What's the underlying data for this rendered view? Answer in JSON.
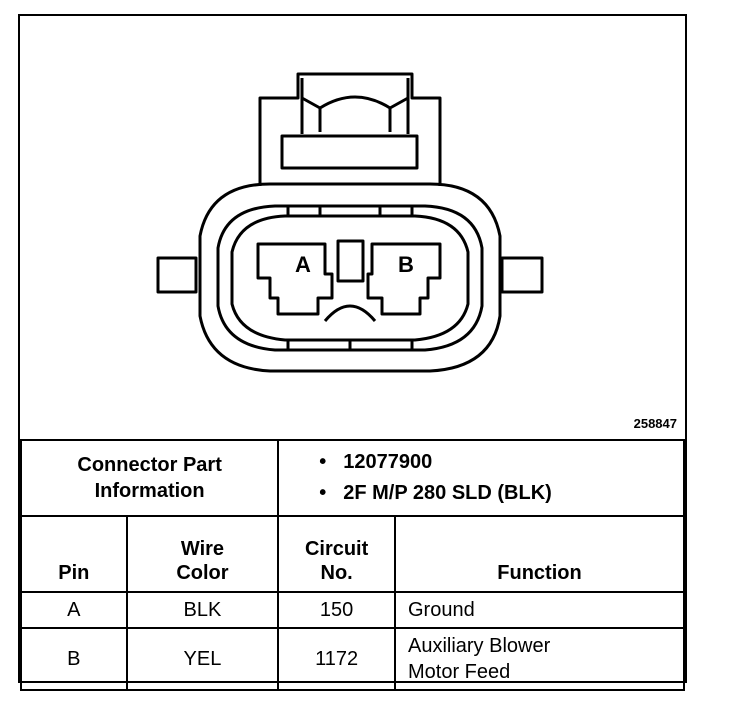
{
  "figure_id": "258847",
  "connector": {
    "pin_labels": [
      "A",
      "B"
    ]
  },
  "part_info": {
    "label_line1": "Connector Part",
    "label_line2": "Information",
    "items": [
      "12077900",
      "2F M/P 280 SLD (BLK)"
    ],
    "bullet": "•"
  },
  "columns": {
    "pin": "Pin",
    "wire_line1": "Wire",
    "wire_line2": "Color",
    "circuit_line1": "Circuit",
    "circuit_line2": "No.",
    "function": "Function"
  },
  "rows": [
    {
      "pin": "A",
      "wire": "BLK",
      "circuit": "150",
      "function_line1": "Ground",
      "function_line2": ""
    },
    {
      "pin": "B",
      "wire": "YEL",
      "circuit": "1172",
      "function_line1": "Auxiliary Blower",
      "function_line2": "Motor Feed"
    }
  ]
}
